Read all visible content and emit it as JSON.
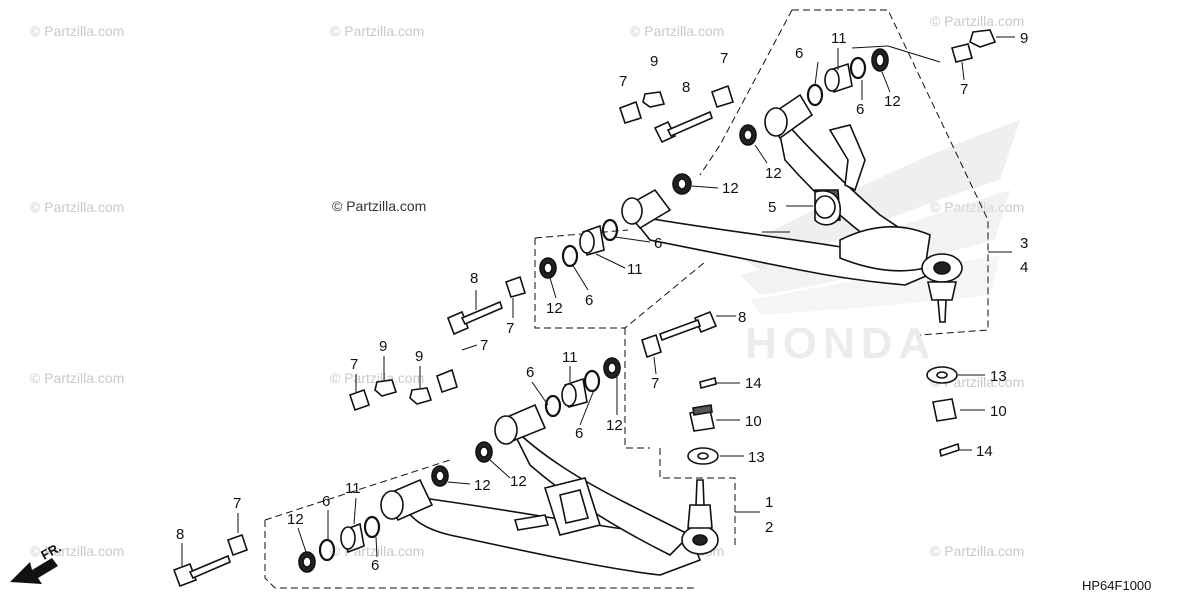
{
  "watermark": "© Partzilla.com",
  "diagram_code": "HP64F1000",
  "direction_label": "FR.",
  "brand_mark": "HONDA",
  "callouts": [
    {
      "text": "9"
    },
    {
      "text": "7"
    },
    {
      "text": "7"
    },
    {
      "text": "9"
    },
    {
      "text": "8"
    },
    {
      "text": "7"
    },
    {
      "text": "6"
    },
    {
      "text": "11"
    },
    {
      "text": "6"
    },
    {
      "text": "12"
    },
    {
      "text": "12"
    },
    {
      "text": "12"
    },
    {
      "text": "5"
    },
    {
      "text": "6"
    },
    {
      "text": "11"
    },
    {
      "text": "6"
    },
    {
      "text": "12"
    },
    {
      "text": "8"
    },
    {
      "text": "7"
    },
    {
      "text": "3"
    },
    {
      "text": "4"
    },
    {
      "text": "8"
    },
    {
      "text": "7"
    },
    {
      "text": "13"
    },
    {
      "text": "10"
    },
    {
      "text": "14"
    },
    {
      "text": "7"
    },
    {
      "text": "9"
    },
    {
      "text": "9"
    },
    {
      "text": "7"
    },
    {
      "text": "11"
    },
    {
      "text": "6"
    },
    {
      "text": "6"
    },
    {
      "text": "12"
    },
    {
      "text": "14"
    },
    {
      "text": "10"
    },
    {
      "text": "13"
    },
    {
      "text": "12"
    },
    {
      "text": "12"
    },
    {
      "text": "1"
    },
    {
      "text": "2"
    },
    {
      "text": "7"
    },
    {
      "text": "6"
    },
    {
      "text": "11"
    },
    {
      "text": "12"
    },
    {
      "text": "8"
    },
    {
      "text": "6"
    }
  ]
}
